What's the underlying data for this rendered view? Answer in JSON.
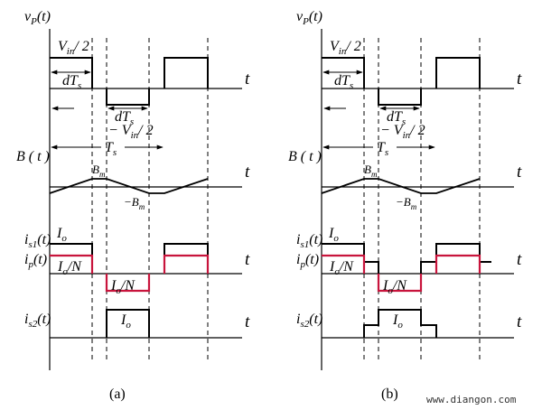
{
  "colors": {
    "line": "#000000",
    "primary_current": "#c8143c"
  },
  "panels": {
    "a": {
      "caption": "(a)"
    },
    "b": {
      "caption": "(b)"
    }
  },
  "labels": {
    "vp": {
      "base": "v",
      "sub": "P",
      "rest": "(t)"
    },
    "vin_half": {
      "base": "V",
      "sub": "in",
      "rest": "/ 2"
    },
    "neg_vin_half": {
      "base": "− V",
      "sub": "in",
      "rest": "/ 2"
    },
    "dts": {
      "base": "dT",
      "sub": "s"
    },
    "ts": {
      "base": "T",
      "sub": "s"
    },
    "bt": "B(t)",
    "bm": {
      "base": "B",
      "sub": "m"
    },
    "neg_bm": {
      "base": "−B",
      "sub": "m"
    },
    "is1": {
      "base": "i",
      "sub": "s1",
      "rest": "(t)"
    },
    "ip": {
      "base": "i",
      "sub": "p",
      "rest": "(t)"
    },
    "io": {
      "base": "I",
      "sub": "o"
    },
    "io_n": {
      "base": "I",
      "sub": "o",
      "rest": "/N"
    },
    "is2": {
      "base": "i",
      "sub": "s2",
      "rest": "(t)"
    },
    "t": "t"
  },
  "watermark": "www.diangon.com"
}
